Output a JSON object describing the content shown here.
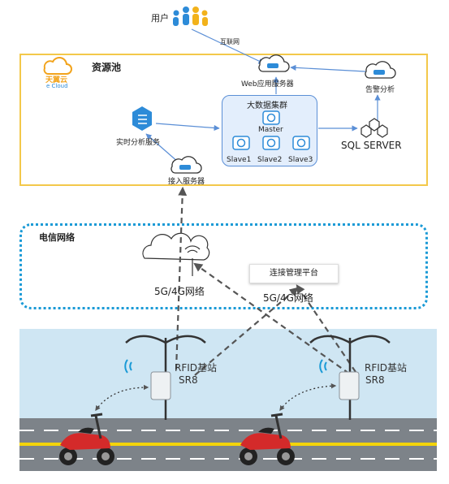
{
  "user_label": "用户",
  "internet_label": "互联网",
  "resource_pool": {
    "title": "资源池",
    "logo_text": "天翼云",
    "logo_sub": "e Cloud",
    "web_server": "Web应用服务器",
    "alarm": "告警分析",
    "bigdata_title": "大数据集群",
    "master": "Master",
    "slaves": [
      "Slave1",
      "Slave2",
      "Slave3"
    ],
    "sql": "SQL SERVER",
    "realtime": "实时分析服务",
    "access": "接入服务器"
  },
  "telecom": {
    "title": "电信网络",
    "platform": "连接管理平台",
    "net_left": "5G/4G网络",
    "net_right": "5G/4G网络"
  },
  "stations": [
    {
      "name": "RFID基站",
      "model": "SR8"
    },
    {
      "name": "RFID基站",
      "model": "SR8"
    }
  ],
  "colors": {
    "pool_border": "#f3c84a",
    "network_dots": "#1a9ad6",
    "icon_blue": "#2d8bd8",
    "scooter_red": "#d42a2a",
    "road_line": "#f4d40a"
  }
}
